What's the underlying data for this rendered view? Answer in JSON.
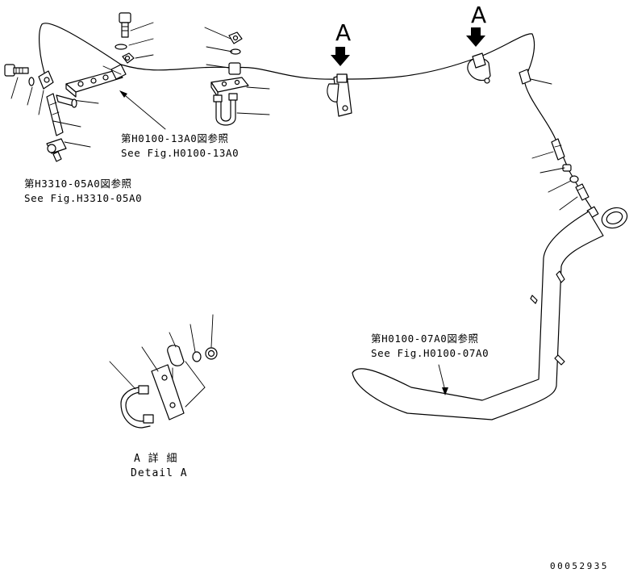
{
  "view_markers": {
    "left": "A",
    "right": "A"
  },
  "references": {
    "h0100_13a0": {
      "jp": "第H0100-13A0図参照",
      "en": "See Fig.H0100-13A0"
    },
    "h3310_05a0": {
      "jp": "第H3310-05A0図参照",
      "en": "See Fig.H3310-05A0"
    },
    "h0100_07a0": {
      "jp": "第H0100-07A0図参照",
      "en": "See Fig.H0100-07A0"
    }
  },
  "detail": {
    "jp": "A 詳 細",
    "en": "Detail A"
  },
  "drawing_code": "00052935"
}
